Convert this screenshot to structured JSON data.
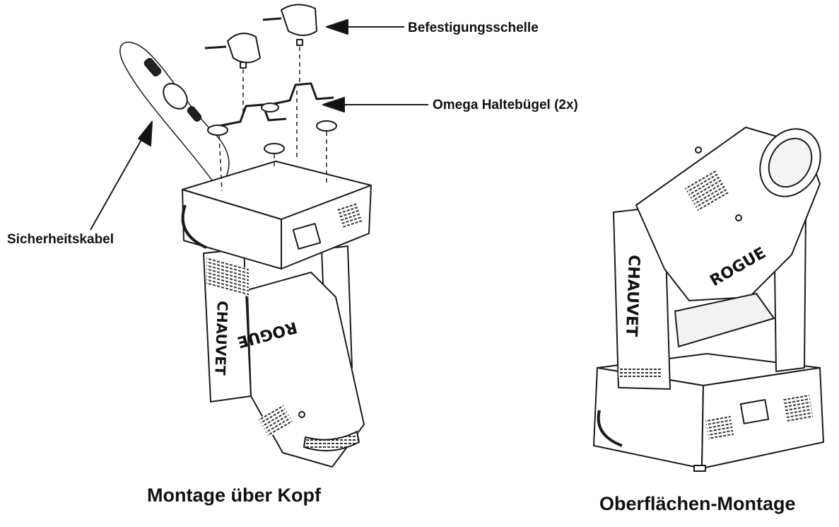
{
  "callouts": {
    "clamp": "Befestigungsschelle",
    "omega": "Omega Haltebügel (2x)",
    "safety": "Sicherheitskabel"
  },
  "captions": {
    "overhead": "Montage über Kopf",
    "surface": "Oberflächen-Montage"
  },
  "brand": {
    "name": "CHAUVET",
    "model": "ROGUE"
  },
  "colors": {
    "line": "#1a1a1a",
    "fill": "#ffffff",
    "shade": "#dcdcdc"
  }
}
